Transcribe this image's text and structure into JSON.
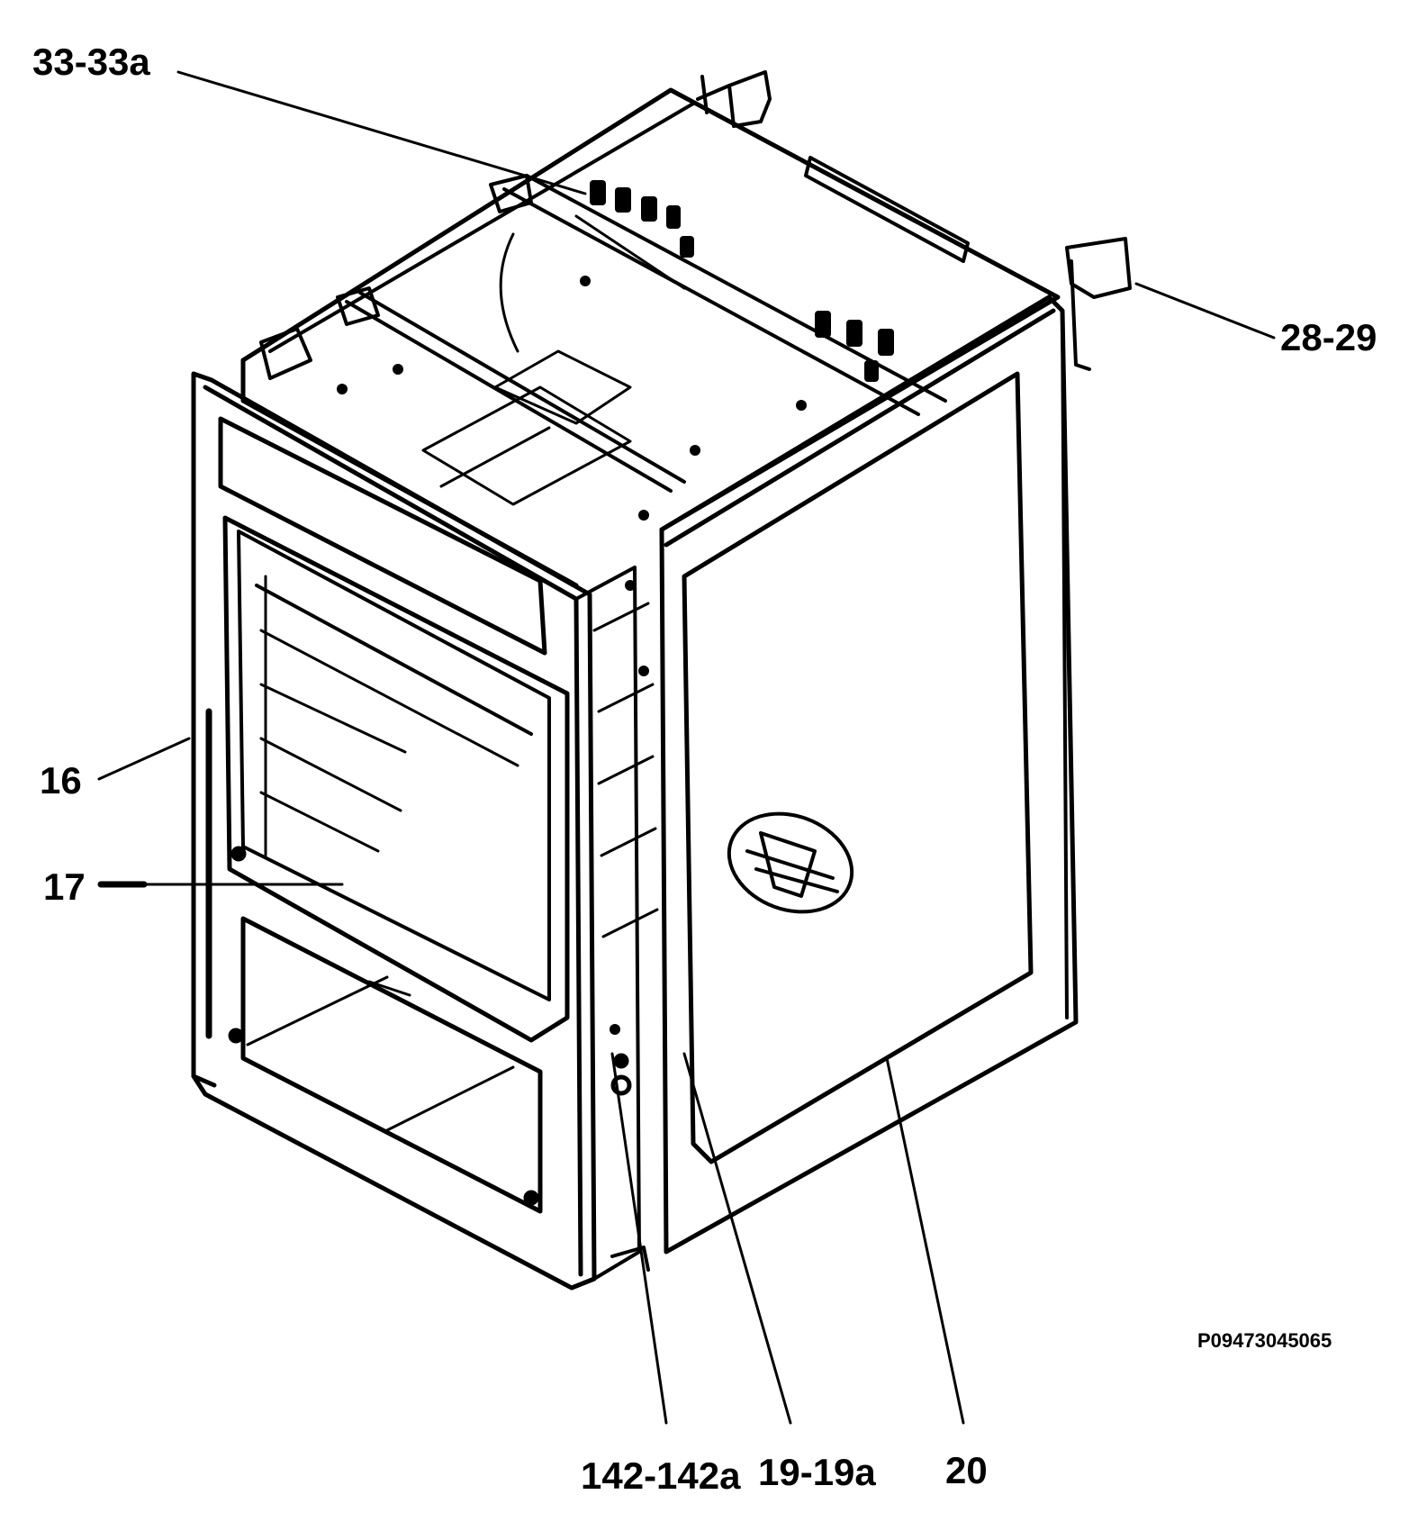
{
  "callouts": {
    "c33": "33-33a",
    "c28": "28-29",
    "c16": "16",
    "c17": "17",
    "c142": "142-142a",
    "c19": "19-19a",
    "c20": "20"
  },
  "drawing_code": "P09473045065",
  "colors": {
    "ink": "#000000",
    "paper": "#ffffff"
  }
}
